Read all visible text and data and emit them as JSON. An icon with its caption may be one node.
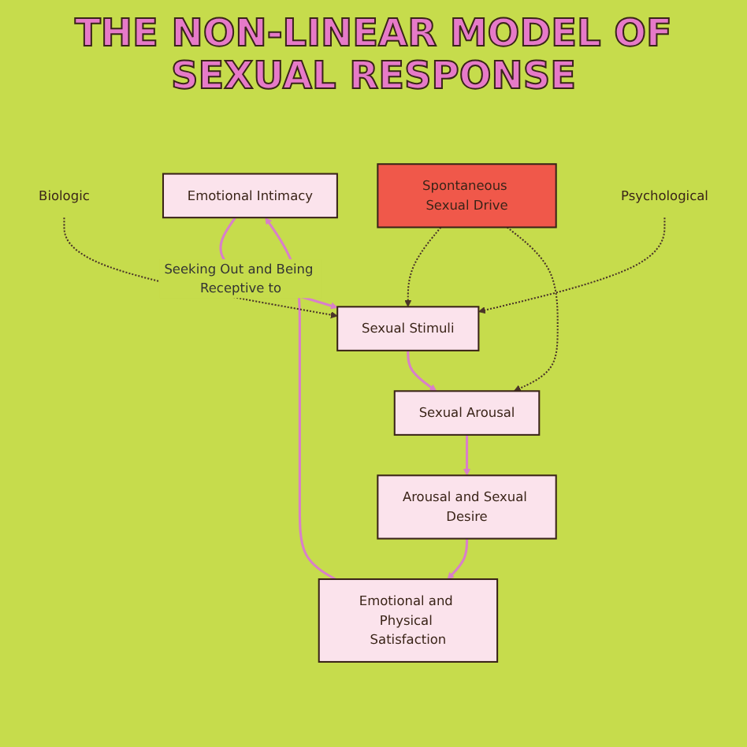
{
  "diagram": {
    "title": "THE NON-LINEAR MODEL OF SEXUAL RESPONSE",
    "nodes": [
      {
        "text": [
          "Emotional Intimacy"
        ]
      },
      {
        "text": [
          "Emotional and Physical Satisfaction"
        ]
      },
      {
        "text": [
          "Spontaneous Sexual Drive"
        ]
      },
      {
        "text": [
          "Sexual Stimuli"
        ]
      },
      {
        "text": [
          "Arousal and Sexual Desire"
        ]
      },
      {
        "text": [
          "Sexual Arousal"
        ]
      },
      {
        "text": [
          "Biologic"
        ]
      },
      {
        "text": [
          "Psychological"
        ]
      }
    ],
    "edges": [
      {
        "from": 0,
        "to": 3,
        "arrow": "to",
        "label": "Seeking Out and Being Receptive to"
      },
      {
        "from": 3,
        "to": 5,
        "arrow": "to"
      },
      {
        "from": 5,
        "to": 4,
        "arrow": "to"
      },
      {
        "from": 4,
        "to": 1,
        "arrow": "to"
      },
      {
        "from": 1,
        "to": 0,
        "arrow": "to"
      },
      {
        "from": 2,
        "to": 3,
        "arrow": "to",
        "style": "dashed",
        "color": "#4a3428"
      },
      {
        "from": 2,
        "to": 5,
        "arrow": "to",
        "style": "dashed",
        "color": "#4a3428"
      },
      {
        "from": 6,
        "to": 3,
        "arrow": "to",
        "style": "dashed",
        "color": "#4a3428"
      },
      {
        "from": 7,
        "to": 3,
        "arrow": "to",
        "style": "dashed",
        "color": "#4a3428"
      }
    ]
  }
}
